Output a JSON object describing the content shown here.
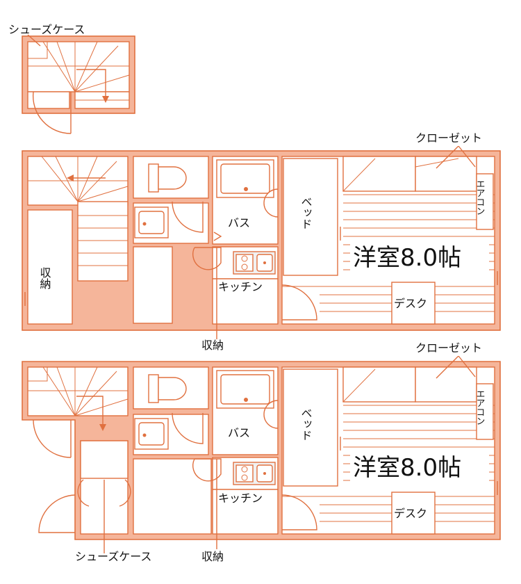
{
  "labels": {
    "shoe_case_top": "シューズケース",
    "closet": "クローゼット",
    "aircon": "エアコン",
    "bed": "ベッド",
    "bath": "バス",
    "kitchen": "キッチン",
    "room": "洋室8.0帖",
    "desk": "デスク",
    "storage_left": "収納",
    "storage_bottom": "収納",
    "shoe_case_bottom": "シューズケース"
  },
  "colors": {
    "wall_fill": "#f5b59a",
    "line": "#e0703f",
    "background": "#ffffff"
  }
}
